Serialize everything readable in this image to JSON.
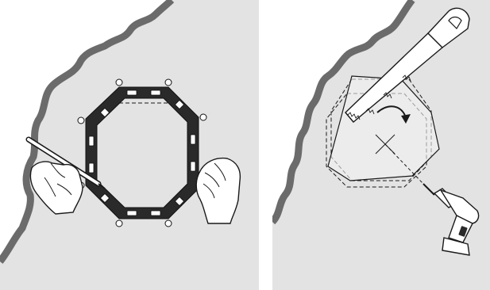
{
  "colors": {
    "wall_fill": "#e3e3e3",
    "wall_edge": "#6b6b6b",
    "line": "#1a1a1a",
    "frame_fill": "#2a2a2a",
    "tool_fill": "#ffffff"
  },
  "panels": [
    {
      "id": "left",
      "depicts": [
        "wall-surface",
        "mounting-frame",
        "pencil",
        "left-hand",
        "right-hand"
      ]
    },
    {
      "id": "right",
      "depicts": [
        "wall-surface",
        "hand-saw",
        "drill",
        "cutout-outline",
        "center-cross",
        "rotation-arrow"
      ]
    }
  ]
}
